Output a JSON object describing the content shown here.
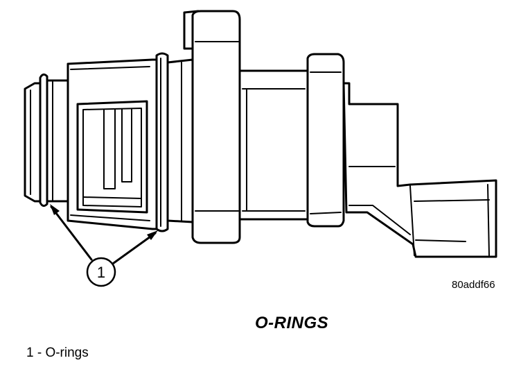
{
  "diagram": {
    "callout_number": "1",
    "figure_code": "80addf66",
    "title": "O-RINGS",
    "legend_text": "1 - O-rings"
  }
}
